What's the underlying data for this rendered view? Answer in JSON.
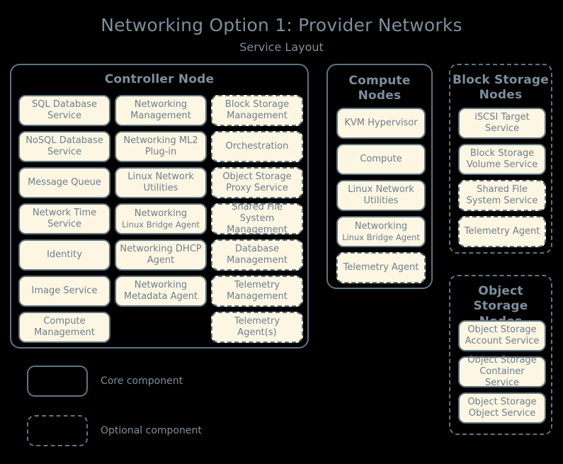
{
  "title": {
    "main": "Networking Option 1: Provider Networks",
    "sub": "Service Layout"
  },
  "colors": {
    "background": "#000000",
    "box_fill": "#fdf6e3",
    "border": "#5f7480",
    "text": "#6d7f8b",
    "heading": "#7d8f9b"
  },
  "controller_node": {
    "title": "Controller Node",
    "components": [
      {
        "label": "SQL Database Service",
        "optional": false
      },
      {
        "label": "Networking Management",
        "optional": false
      },
      {
        "label": "Block Storage Management",
        "optional": true
      },
      {
        "label": "NoSQL Database Service",
        "optional": false
      },
      {
        "label": "Networking ML2 Plug-in",
        "optional": false
      },
      {
        "label": "Orchestration",
        "optional": true
      },
      {
        "label": "Message Queue",
        "optional": false
      },
      {
        "label": "Linux Network Utilities",
        "optional": false
      },
      {
        "label": "Object Storage Proxy Service",
        "optional": true
      },
      {
        "label": "Network Time Service",
        "optional": false
      },
      {
        "label": "Networking",
        "sublabel": "Linux Bridge Agent",
        "optional": false
      },
      {
        "label": "Shared File System Management",
        "optional": true
      },
      {
        "label": "Identity",
        "optional": false
      },
      {
        "label": "Networking DHCP Agent",
        "optional": false
      },
      {
        "label": "Database Management",
        "optional": true
      },
      {
        "label": "Image Service",
        "optional": false
      },
      {
        "label": "Networking Metadata Agent",
        "optional": false
      },
      {
        "label": "Telemetry Management",
        "optional": true
      },
      {
        "label": "Compute Management",
        "optional": false
      },
      {
        "label": "",
        "optional": false,
        "empty": true
      },
      {
        "label": "Telemetry Agent(s)",
        "optional": true
      }
    ]
  },
  "compute_nodes": {
    "title": "Compute Nodes",
    "optional_group": false,
    "components": [
      {
        "label": "KVM Hypervisor",
        "optional": false
      },
      {
        "label": "Compute",
        "optional": false
      },
      {
        "label": "Linux Network Utilities",
        "optional": false
      },
      {
        "label": "Networking",
        "sublabel": "Linux Bridge Agent",
        "optional": false
      },
      {
        "label": "Telemetry Agent",
        "optional": true
      }
    ]
  },
  "block_storage_nodes": {
    "title": "Block Storage Nodes",
    "optional_group": true,
    "components": [
      {
        "label": "iSCSI Target Service",
        "optional": false
      },
      {
        "label": "Block Storage Volume Service",
        "optional": false
      },
      {
        "label": "Shared File System Service",
        "optional": true
      },
      {
        "label": "Telemetry Agent",
        "optional": true
      }
    ]
  },
  "object_storage_nodes": {
    "title": "Object Storage Nodes",
    "optional_group": true,
    "components": [
      {
        "label": "Object Storage Account Service",
        "optional": false
      },
      {
        "label": "Object Storage Container Service",
        "optional": false
      },
      {
        "label": "Object Storage Object Service",
        "optional": false
      }
    ]
  },
  "legend": [
    {
      "label": "Core component",
      "style": "solid"
    },
    {
      "label": "Optional component",
      "style": "dashed"
    }
  ]
}
